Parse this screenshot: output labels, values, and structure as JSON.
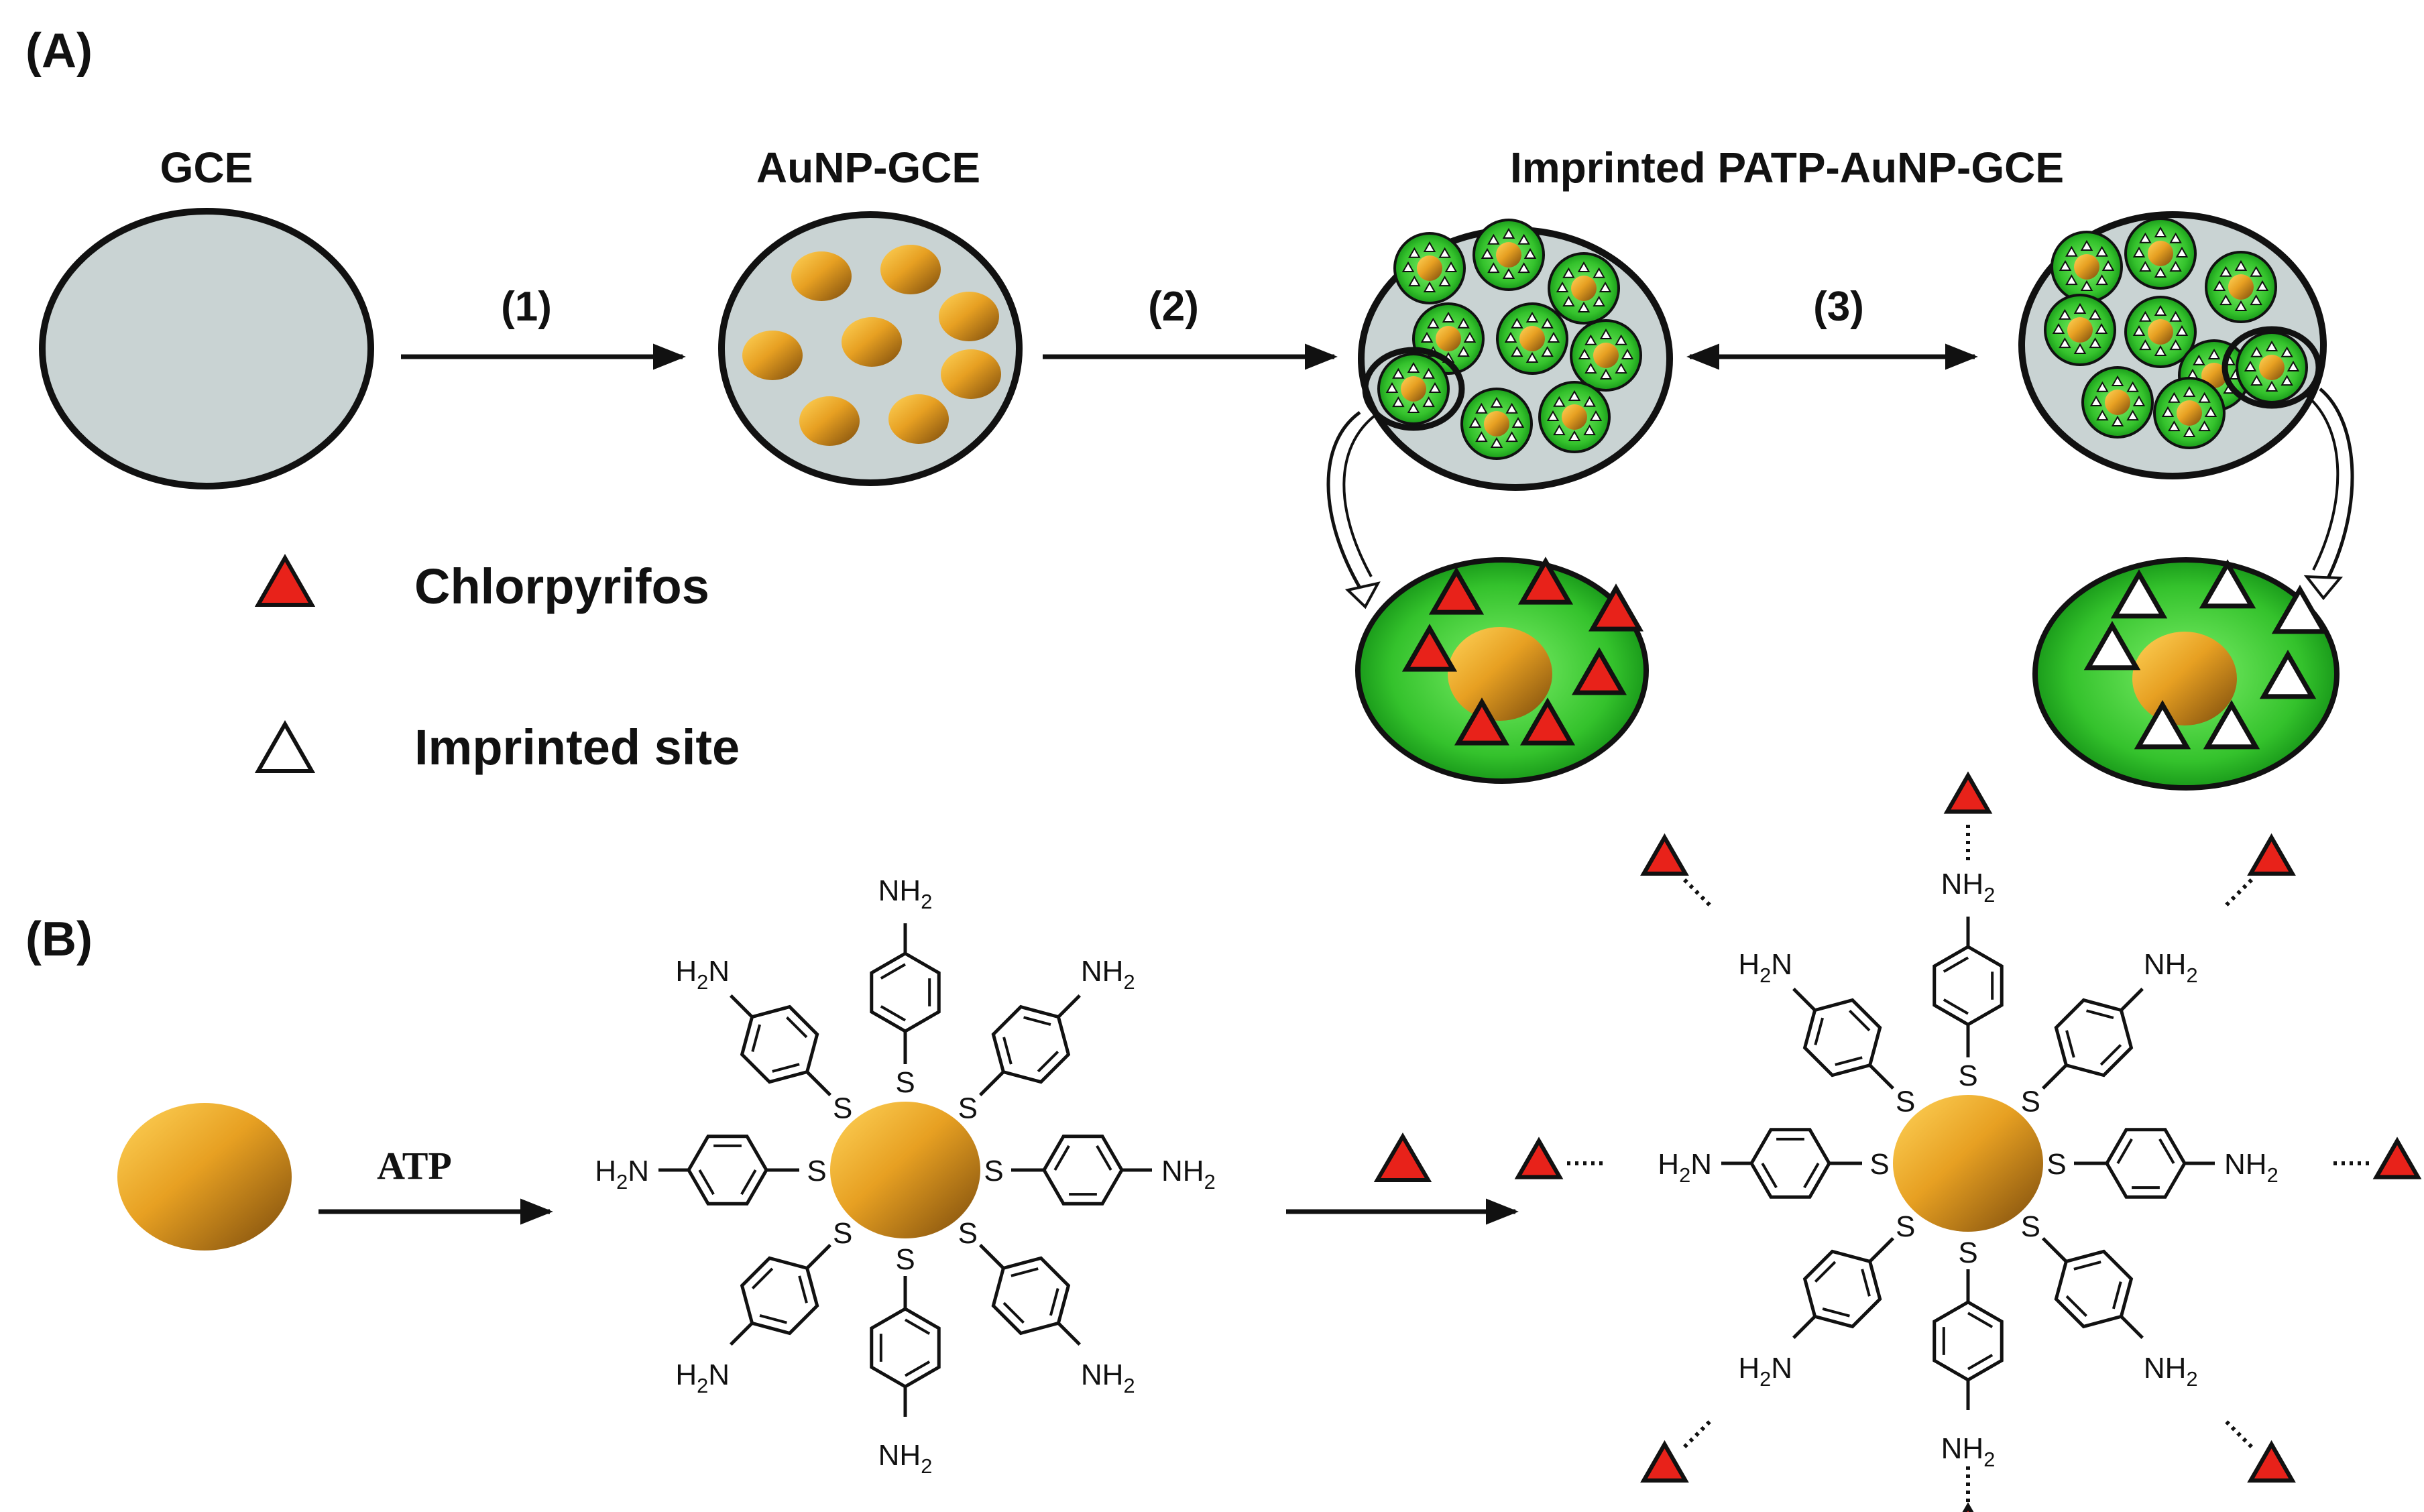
{
  "panel_a": {
    "label": "(A)",
    "stages": [
      "GCE",
      "AuNP-GCE",
      "Imprinted PATP-AuNP-GCE"
    ],
    "steps": [
      "(1)",
      "(2)",
      "(3)"
    ]
  },
  "legend": [
    {
      "symbol": "red-triangle",
      "label": "Chlorpyrifos"
    },
    {
      "symbol": "white-triangle",
      "label": "Imprinted site"
    }
  ],
  "panel_b": {
    "label": "(B)",
    "reagent": "ATP",
    "atoms": {
      "s": "S",
      "n": "N",
      "h2_main": "H",
      "h2_sub": "2"
    }
  },
  "colors": {
    "electrode": "#c9d3d3",
    "gold": "#e7a022",
    "gold_dark": "#7a4a0c",
    "polymer_green": "#2fbf2a",
    "chlorpyrifos_red": "#e8221a",
    "outline": "#111111"
  }
}
